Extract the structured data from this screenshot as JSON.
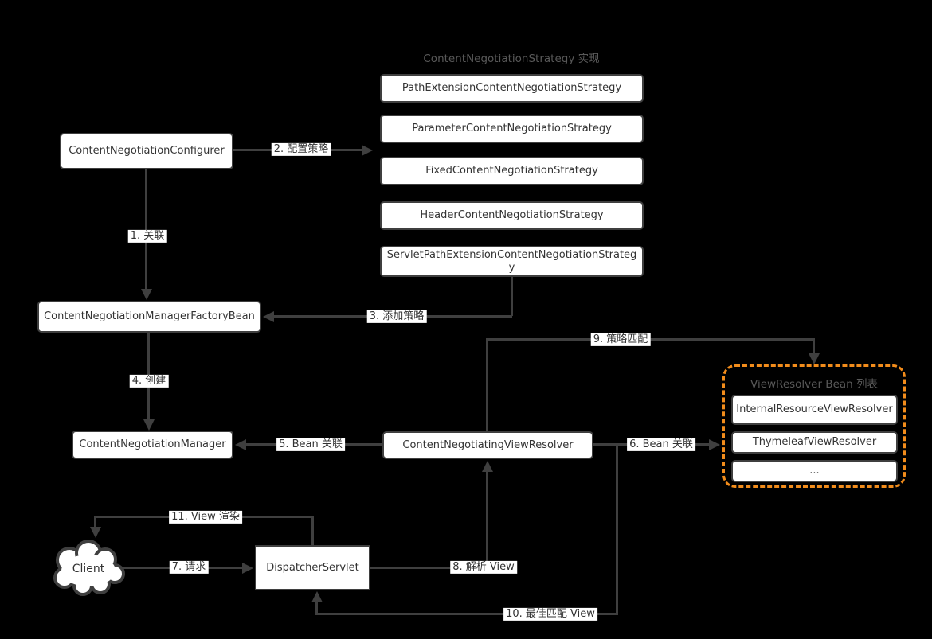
{
  "canvas": {
    "background": "#000000"
  },
  "colors": {
    "line": "#3f3f3f",
    "box_fill": "#ffffff",
    "box_border": "#3f3f3f",
    "text": "#333333",
    "group_title": "#595959",
    "orange_accent": "#f28c1b"
  },
  "groups": {
    "strategy_title": "ContentNegotiationStrategy 实现",
    "viewresolver_title": "ViewResolver Bean 列表"
  },
  "nodes": {
    "strategies": [
      "PathExtensionContentNegotiationStrategy",
      "ParameterContentNegotiationStrategy",
      "FixedContentNegotiationStrategy",
      "HeaderContentNegotiationStrategy",
      "ServletPathExtensionContentNegotiationStrategy"
    ],
    "configurer": "ContentNegotiationConfigurer",
    "factory_bean": "ContentNegotiationManagerFactoryBean",
    "manager": "ContentNegotiationManager",
    "negotiating_view_resolver": "ContentNegotiatingViewResolver",
    "dispatcher_servlet": "DispatcherServlet",
    "client": "Client",
    "view_resolvers": [
      "InternalResourceViewResolver",
      "ThymeleafViewResolver",
      "..."
    ]
  },
  "edge_labels": {
    "e1": "1. 关联",
    "e2": "2. 配置策略",
    "e3": "3. 添加策略",
    "e4": "4. 创建",
    "e5": "5. Bean 关联",
    "e6": "6. Bean 关联",
    "e7": "7. 请求",
    "e8": "8. 解析 View",
    "e9": "9. 策略匹配",
    "e10": "10. 最佳匹配 View",
    "e11": "11. View 渲染"
  }
}
